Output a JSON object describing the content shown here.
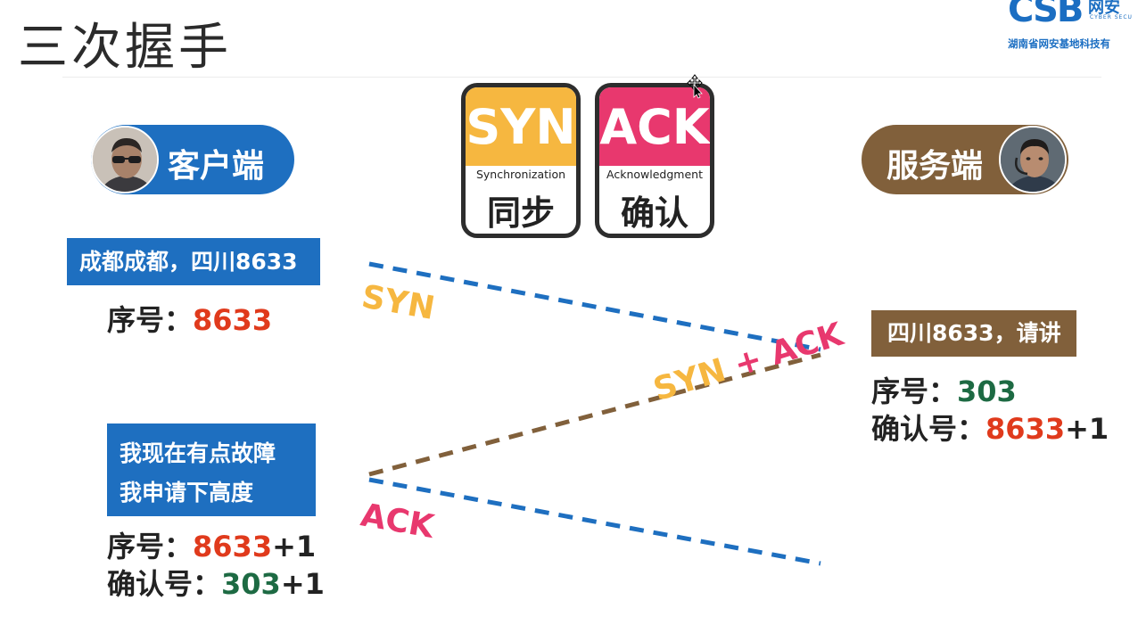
{
  "title": "三次握手",
  "logo": {
    "mark": "CSB",
    "name_cn": "网安",
    "name_en": "CYBER SECU",
    "org": "湖南省网安基地科技有"
  },
  "roles": {
    "client": "客户端",
    "server": "服务端"
  },
  "cards": [
    {
      "abbr": "SYN",
      "full": "Synchronization",
      "cn": "同步",
      "color": "#f6b740"
    },
    {
      "abbr": "ACK",
      "full": "Acknowledgment",
      "cn": "确认",
      "color": "#e8386e"
    }
  ],
  "client": {
    "msg1": "成都成都，四川8633",
    "seq1_label": "序号：",
    "seq1_value": "8633",
    "msg2_line1": "我现在有点故障",
    "msg2_line2": "我申请下高度",
    "seq2_label": "序号：",
    "seq2_value": "8633",
    "seq2_suffix": "+1",
    "ack2_label": "确认号：",
    "ack2_value": "303",
    "ack2_suffix": "+1"
  },
  "server": {
    "msg": "四川8633，请讲",
    "seq_label": "序号：",
    "seq_value": "303",
    "ack_label": "确认号：",
    "ack_value": "8633",
    "ack_suffix": "+1"
  },
  "arrows": {
    "syn": "SYN",
    "synack_syn": "SYN",
    "synack_plus": " + ",
    "synack_ack": "ACK",
    "ack": "ACK"
  },
  "colors": {
    "blue": "#1e6fc0",
    "brown": "#81603b",
    "yellow": "#f6b740",
    "pink": "#e8386e",
    "red": "#e03a1c",
    "green": "#1d6a43"
  }
}
